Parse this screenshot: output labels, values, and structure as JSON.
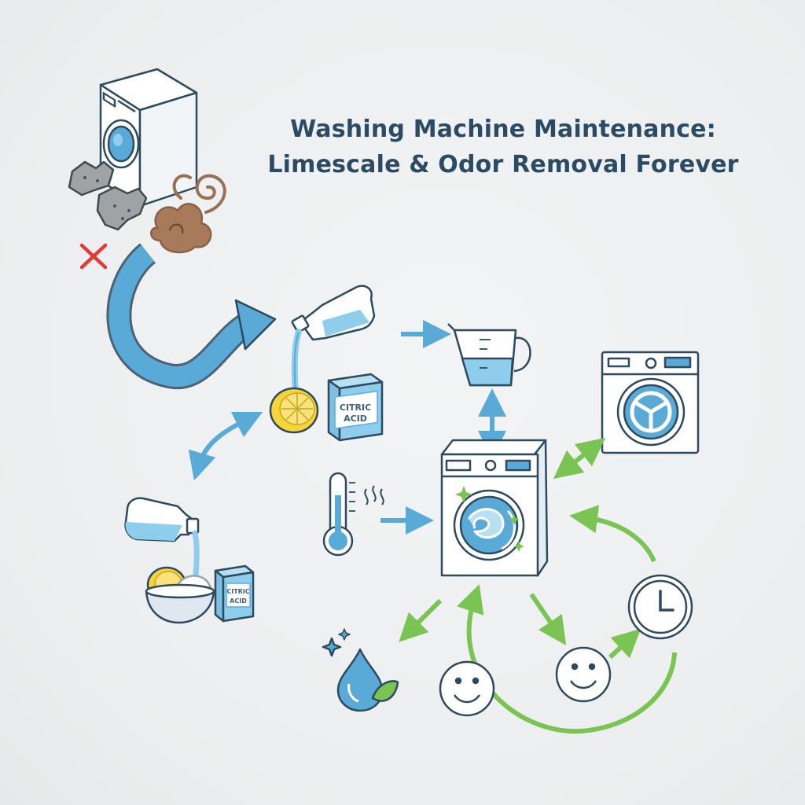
{
  "title": {
    "line1": "Washing Machine Maintenance:",
    "line2": "Limescale & Odor Removal Forever"
  },
  "boxes": {
    "citric_acid_top": {
      "line1": "CITRIC",
      "line2": "ACID"
    },
    "citric_acid_bottom": {
      "line1": "CITRIC",
      "line2": "ACID"
    }
  },
  "icons": [
    "dirty-washing-machine-icon",
    "limescale-icon",
    "odor-swirl-icon",
    "red-x-icon",
    "vinegar-bottle-icon",
    "lemon-icon",
    "citric-acid-box-icon",
    "measuring-jug-icon",
    "washing-machine-icon",
    "washing-machine-front-icon",
    "thermometer-icon",
    "bowl-icon",
    "clean-drop-leaf-icon",
    "smiley-icon",
    "clock-icon"
  ],
  "colors": {
    "blue_arrow": "#5aaad8",
    "green_arrow": "#79c453",
    "outline": "#2d4a5e",
    "light_blue": "#8fcdec",
    "lemon": "#f4d63a",
    "odor": "#9a7055",
    "limescale": "#9fa3a5",
    "red_x": "#e33a35",
    "title": "#2b4a63"
  }
}
